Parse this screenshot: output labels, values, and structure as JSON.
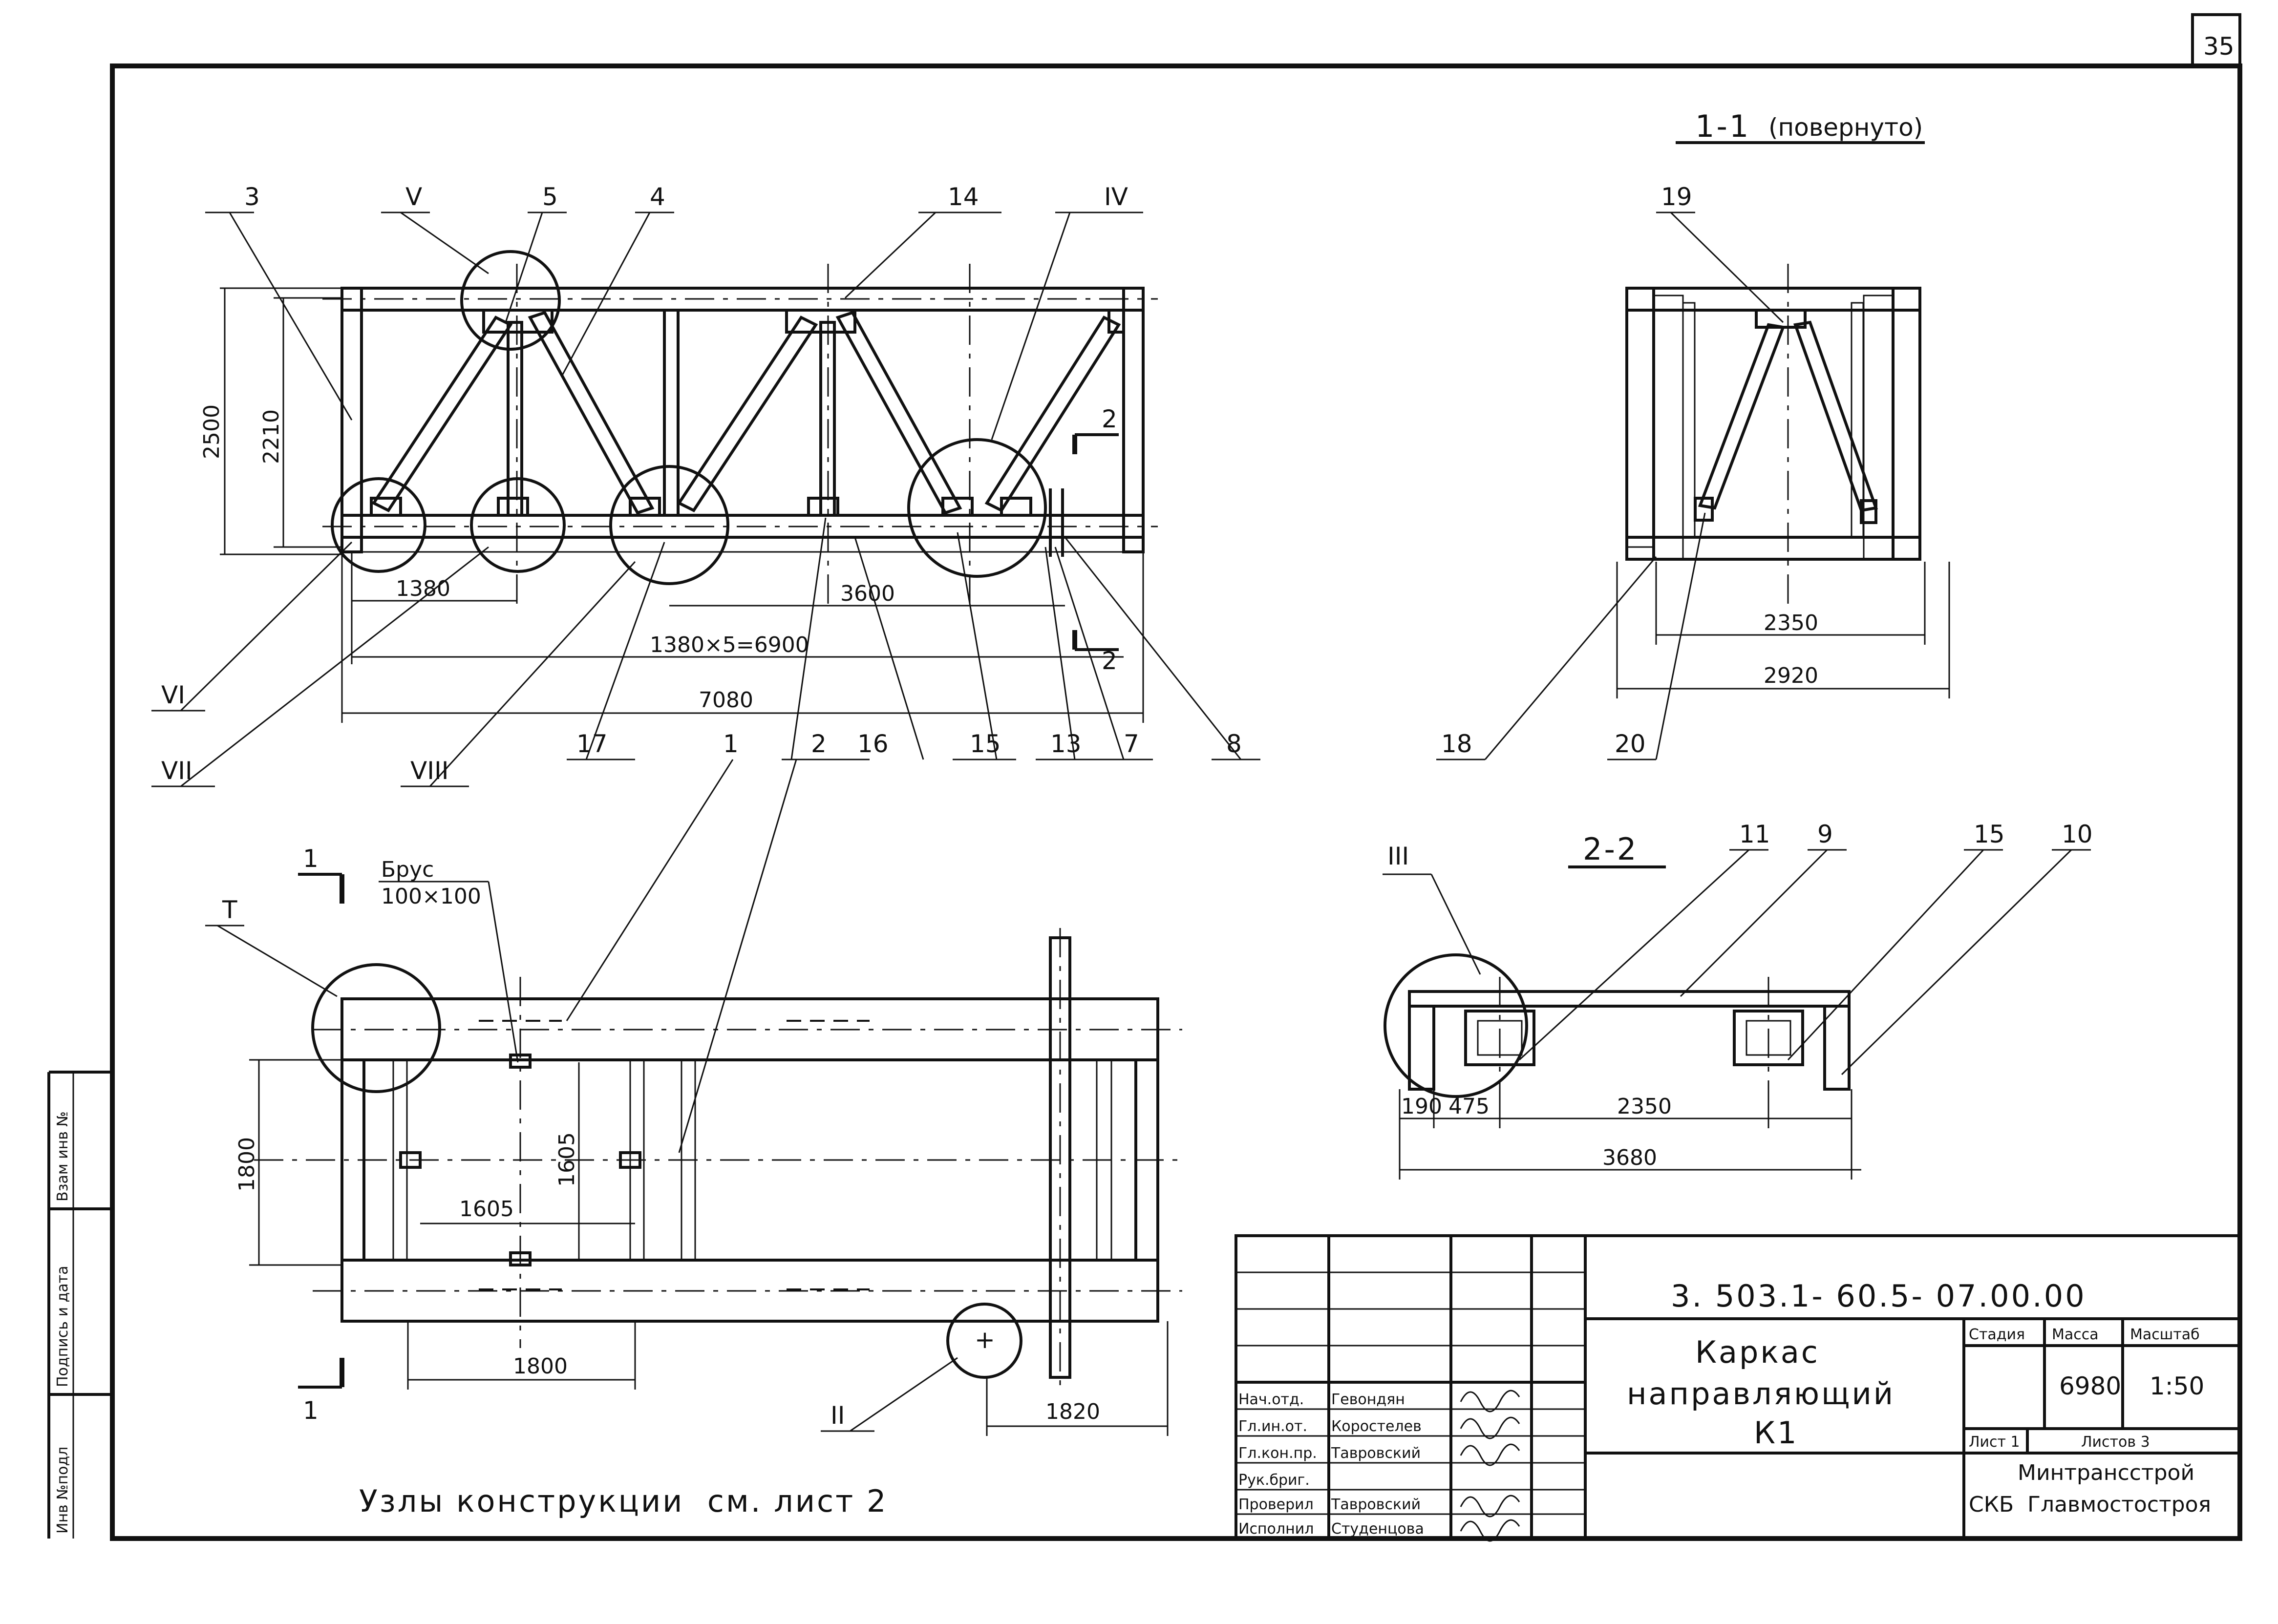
{
  "sheet_number": "35",
  "section_1_1": {
    "title": "1-1",
    "note": "(повернуто)"
  },
  "section_2_2": {
    "title": "2-2"
  },
  "labels": {
    "p3": "3",
    "v": "V",
    "p5": "5",
    "p4": "4",
    "p14": "14",
    "iv": "IV",
    "p2": "2",
    "vi": "VI",
    "vii": "VII",
    "viii": "VIII",
    "p17": "17",
    "p1": "1",
    "p2b": "2",
    "p16": "16",
    "p15": "15",
    "p13": "13",
    "p7": "7",
    "p8": "8",
    "p19": "19",
    "p18": "18",
    "p20": "20",
    "iii": "III",
    "p11": "11",
    "p9": "9",
    "p15b": "15",
    "p10": "10",
    "t": "T",
    "ii": "II",
    "cut1_top": "1",
    "cut1_bot": "1",
    "cut2_top": "2",
    "cut2_bot": "2"
  },
  "beam_note": {
    "line1": "Брус",
    "line2": "100×100"
  },
  "dims": {
    "d2500": "2500",
    "d2210": "2210",
    "d1380": "1380",
    "d3600": "3600",
    "d6900": "1380×5=6900",
    "d7080": "7080",
    "d2350": "2350",
    "d2920": "2920",
    "d190": "190",
    "d475": "475",
    "d2350b": "2350",
    "d3680": "3680",
    "d1800v": "1800",
    "d1605v": "1605",
    "d1605h": "1605",
    "d1800h": "1800",
    "d1820": "1820"
  },
  "note_bottom": "Узлы конструкции  см. лист 2",
  "margin_labels": [
    "Инв №подл",
    "Подпись и дата",
    "Взам инв №"
  ],
  "title_block": {
    "code": "3. 503.1- 60.5- 07.00.00",
    "name_line1": "Каркас",
    "name_line2": "направляющий",
    "name_line3": "К1",
    "col_stage": "Стадия",
    "col_mass": "Масса",
    "col_scale": "Масштаб",
    "mass": "6980",
    "scale": "1:50",
    "sheet": "Лист 1",
    "sheets": "Листов 3",
    "org_line1": "Минтрансстрой",
    "org_line2": "СКБ  Главмостостроя",
    "staff": [
      {
        "role": "Нач.отд.",
        "name": "Гевондян"
      },
      {
        "role": "Гл.ин.от.",
        "name": "Коростелев"
      },
      {
        "role": "Гл.кон.пр.",
        "name": "Тавровский"
      },
      {
        "role": "Рук.бриг.",
        "name": ""
      },
      {
        "role": "Проверил",
        "name": "Тавровский"
      },
      {
        "role": "Исполнил",
        "name": "Студенцова"
      }
    ]
  }
}
